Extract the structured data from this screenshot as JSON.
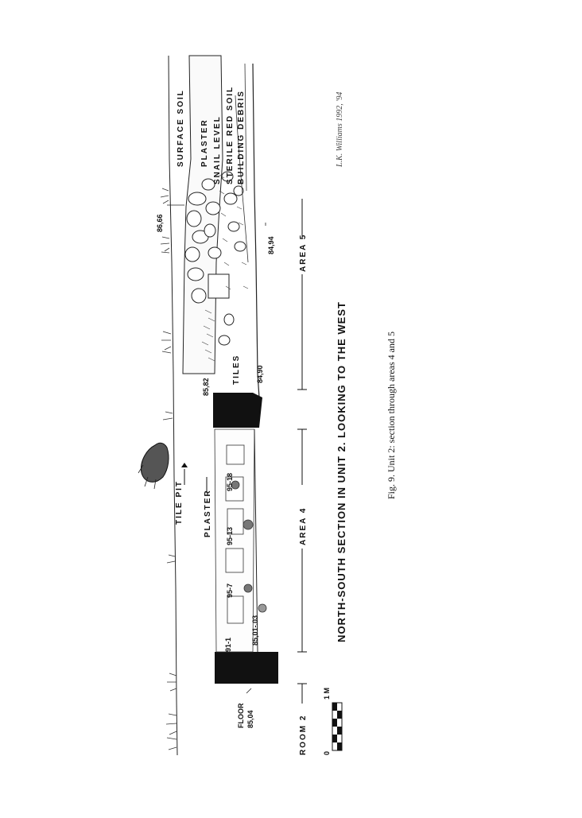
{
  "figure": {
    "title": "NORTH-SOUTH SECTION IN UNIT 2.  LOOKING TO THE WEST",
    "caption": "Fig. 9. Unit 2: section through areas 4 and 5",
    "signature": "L.K. Williams 1992, '94"
  },
  "layers": {
    "surface_soil": "SURFACE SOIL",
    "plaster_top": "PLASTER",
    "snail_level": "SNAIL LEVEL",
    "sterile_red_soil": "STERILE RED SOIL",
    "building_debris": "BUILDING DEBRIS",
    "tile_pit": "TILE PIT",
    "plaster": "PLASTER",
    "tiles": "TILES",
    "floor": "FLOOR"
  },
  "areas": {
    "room2": "ROOM 2",
    "area4": "AREA 4",
    "area5": "AREA 5"
  },
  "levels": {
    "l8666": "86,66",
    "l8494": "84,94",
    "l8582": "85,82",
    "l8490": "84,90",
    "l8501": "85,01-.03",
    "l8504": "85,04"
  },
  "finds": {
    "f911": "91-1",
    "f957": "95-7",
    "f9513": "95-13",
    "f9518": "95-18"
  },
  "scale": {
    "zero": "0",
    "one": "1 M"
  }
}
